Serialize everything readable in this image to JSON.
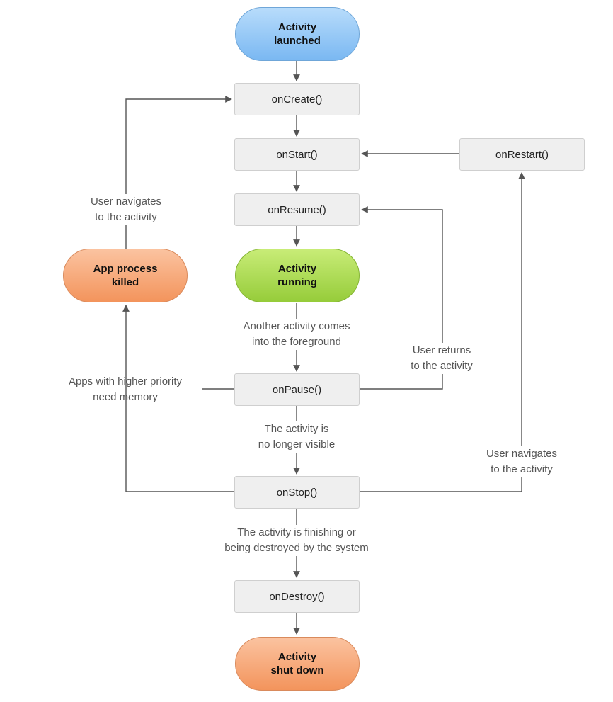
{
  "nodes": {
    "activity_launched": "Activity\nlaunched",
    "on_create": "onCreate()",
    "on_start": "onStart()",
    "on_restart": "onRestart()",
    "on_resume": "onResume()",
    "activity_running": "Activity\nrunning",
    "app_process_killed": "App process\nkilled",
    "on_pause": "onPause()",
    "on_stop": "onStop()",
    "on_destroy": "onDestroy()",
    "activity_shut_down": "Activity\nshut down"
  },
  "labels": {
    "user_navigates_left": "User navigates\nto the activity",
    "another_activity": "Another activity comes\ninto the foreground",
    "user_returns": "User returns\nto the activity",
    "apps_higher_priority": "Apps with higher priority\nneed memory",
    "no_longer_visible": "The activity is\nno longer visible",
    "user_navigates_right": "User navigates\nto the activity",
    "finishing": "The activity is finishing or\nbeing destroyed by the system"
  },
  "colors": {
    "launched": "#7ab8f2",
    "running": "#96cc3a",
    "killed_and_shutdown": "#f3945c",
    "callback_box": "#efefef",
    "connector": "#555555"
  }
}
